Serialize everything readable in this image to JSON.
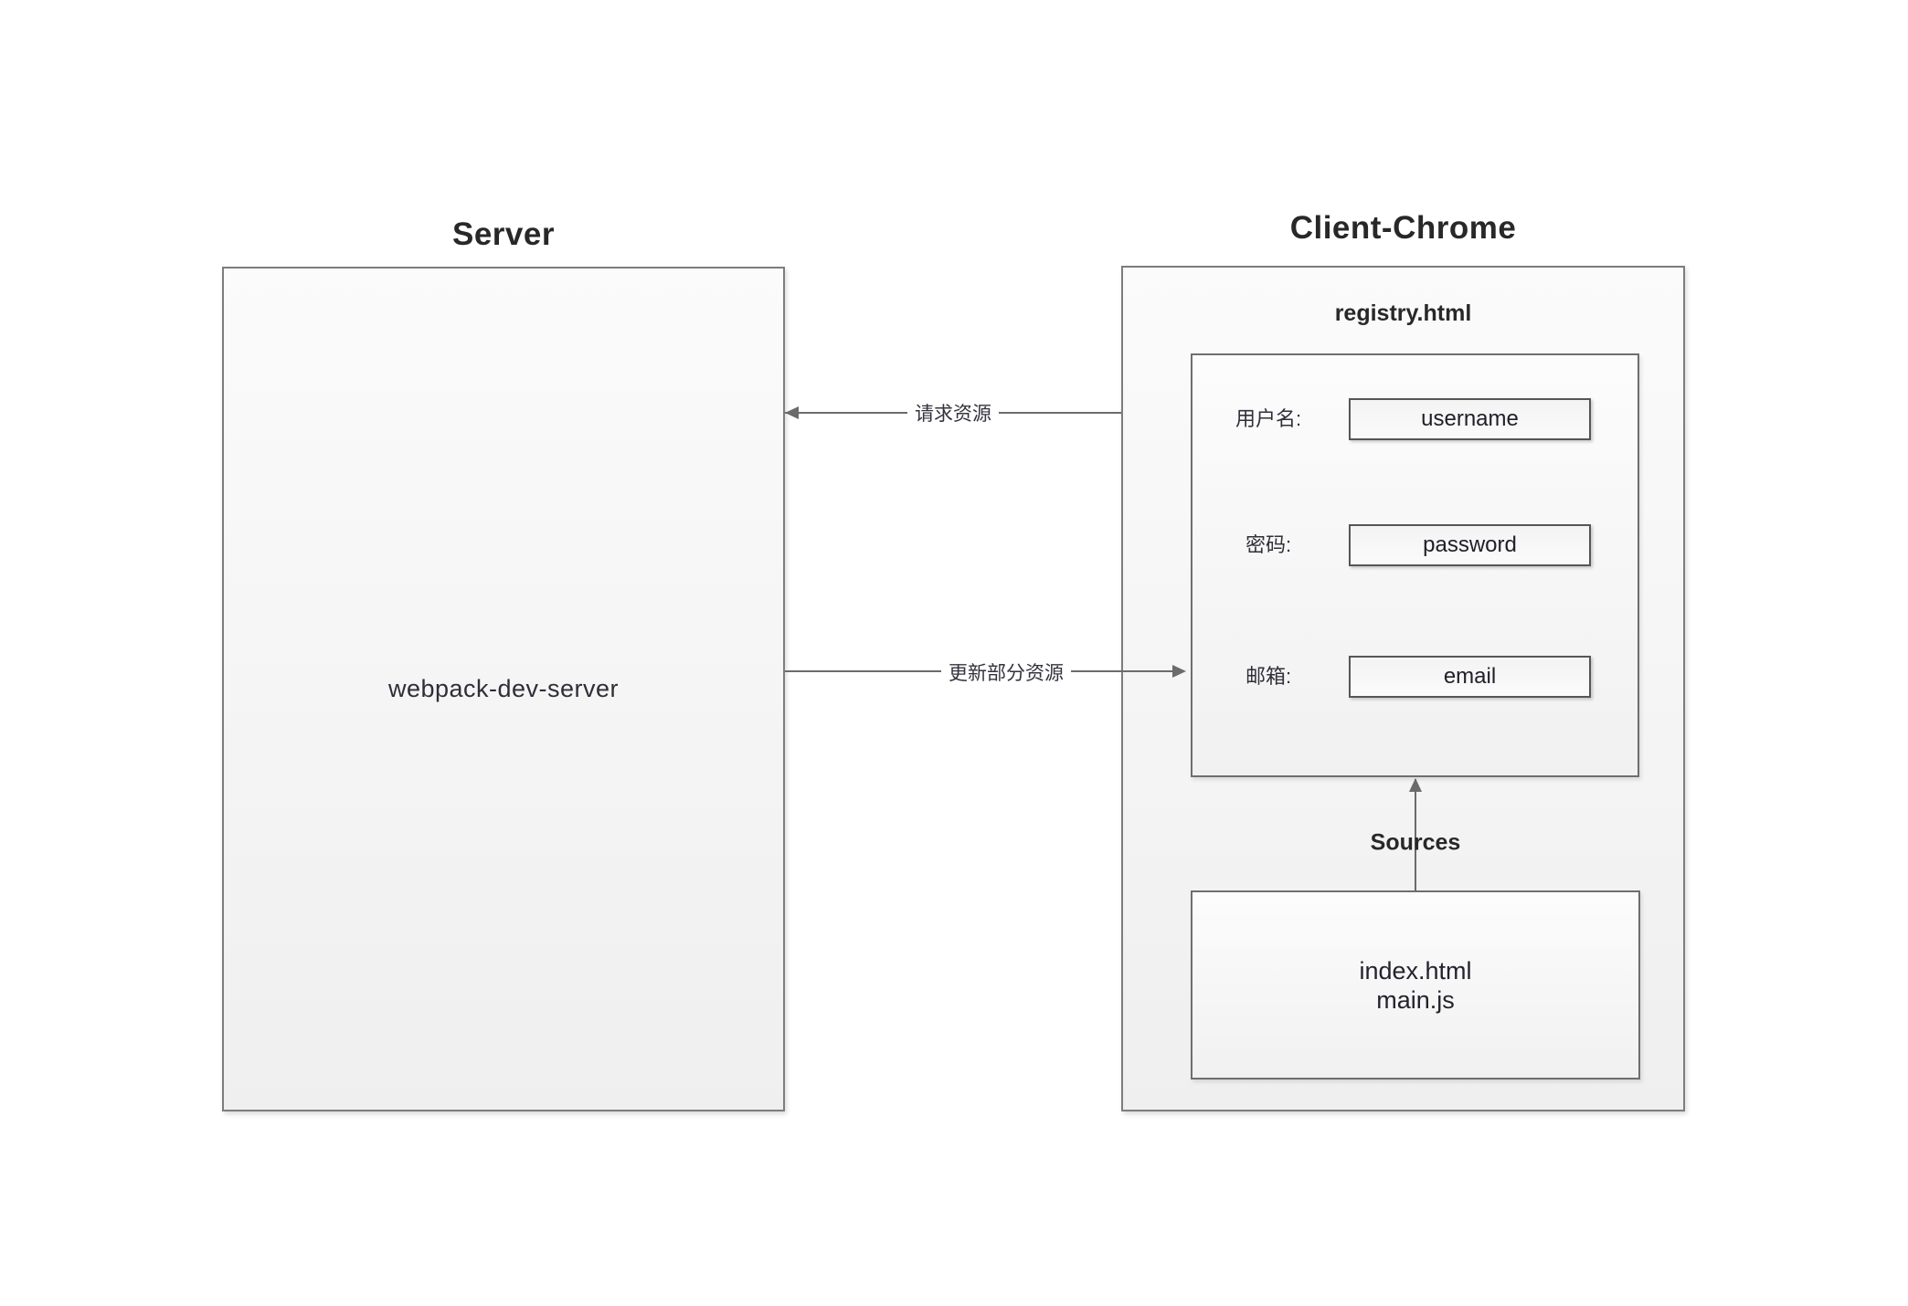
{
  "colors": {
    "background": "#ffffff",
    "box_border": "#7d7d7d",
    "input_border": "#565656",
    "arrow": "#6b6b6b",
    "text": "#262626"
  },
  "server": {
    "title": "Server",
    "label": "webpack-dev-server"
  },
  "client": {
    "title": "Client-Chrome",
    "registry": {
      "title": "registry.html",
      "fields": [
        {
          "label": "用户名:",
          "value": "username"
        },
        {
          "label": "密码:",
          "value": "password"
        },
        {
          "label": "邮箱:",
          "value": "email"
        }
      ]
    },
    "sources": {
      "label": "Sources",
      "files": {
        "0": "index.html",
        "1": "main.js"
      }
    }
  },
  "arrows": {
    "request": {
      "label": "请求资源"
    },
    "update": {
      "label": "更新部分资源"
    }
  }
}
